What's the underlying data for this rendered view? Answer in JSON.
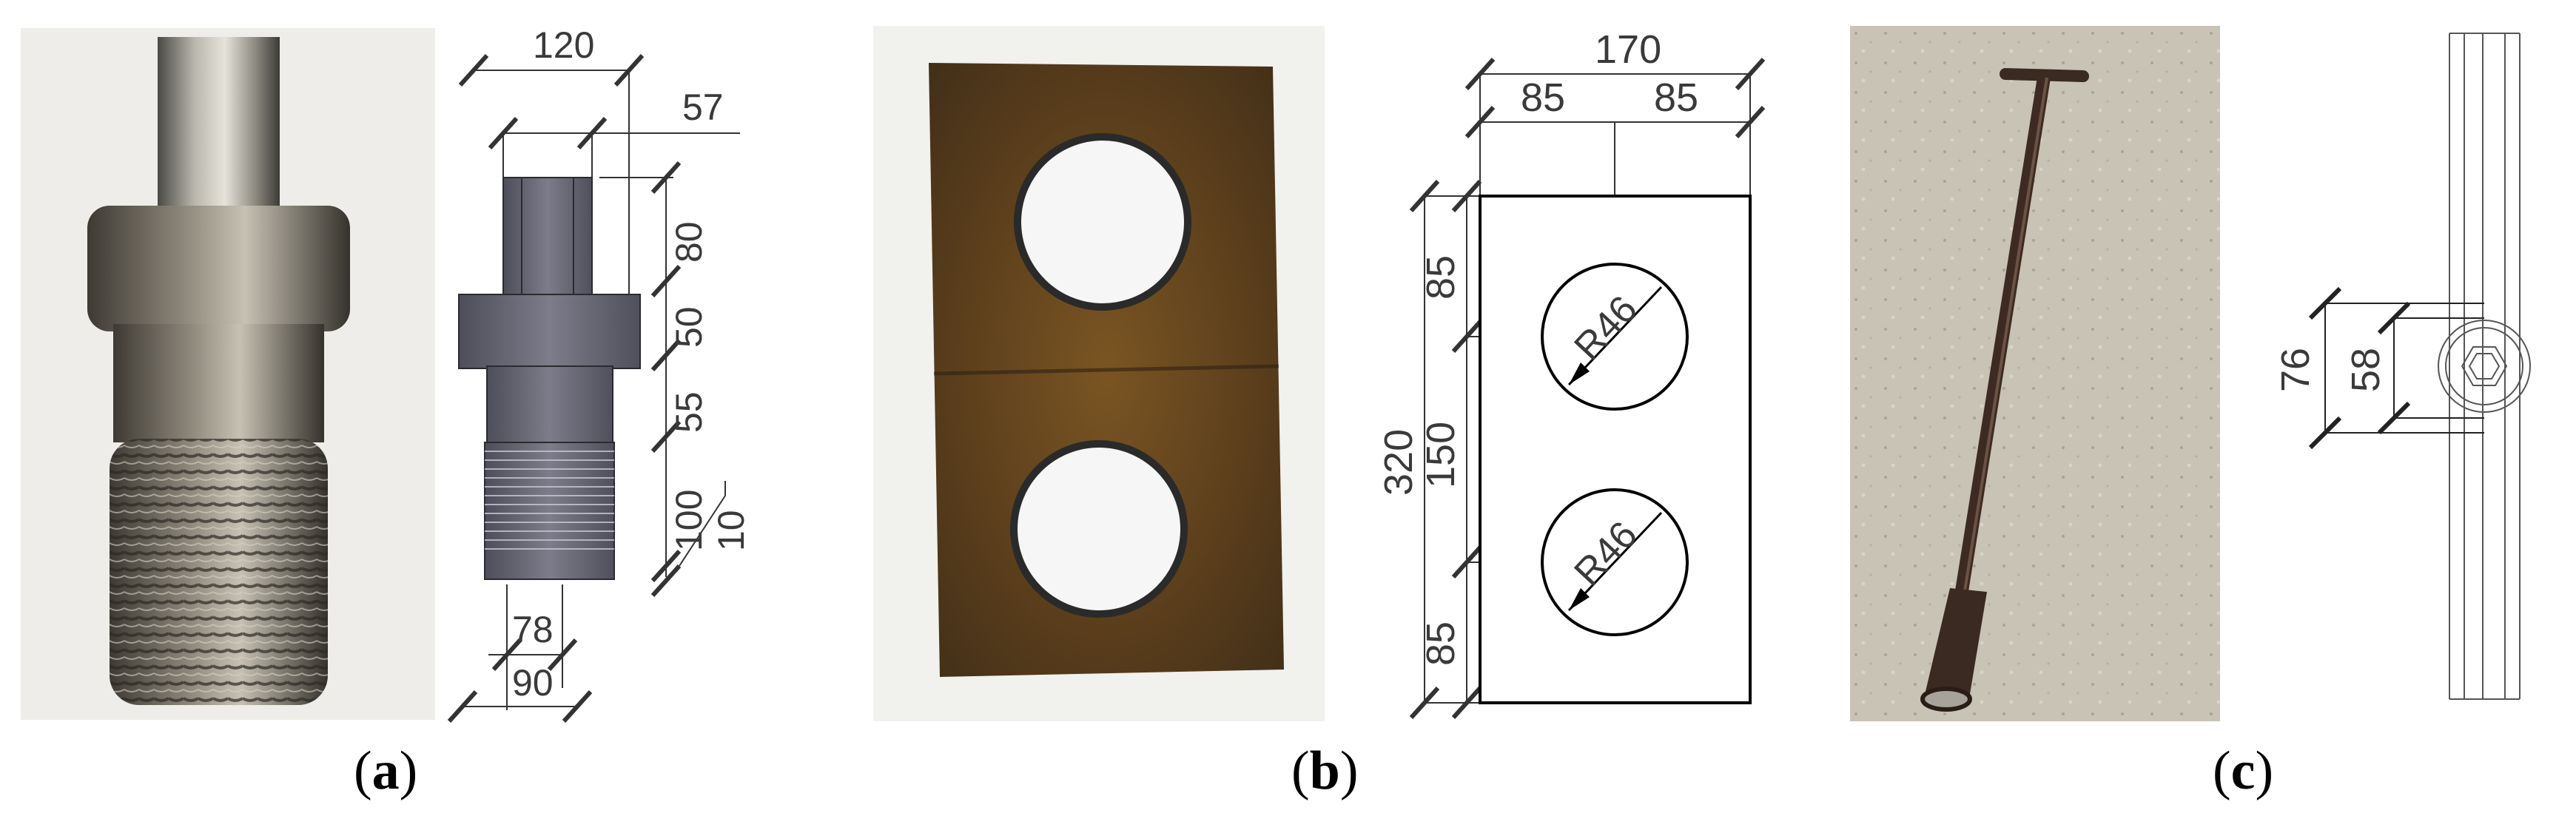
{
  "panels": {
    "a": {
      "caption_letter": "a",
      "dims": {
        "top_width": "120",
        "top_inner": "57",
        "h1": "80",
        "h2": "50",
        "h3": "55",
        "h4": "100",
        "h5": "10",
        "bottom_inner": "78",
        "bottom_width": "90"
      }
    },
    "b": {
      "caption_letter": "b",
      "dims": {
        "overall_width": "170",
        "half_left": "85",
        "half_right": "85",
        "overall_height": "320",
        "seg_top": "85",
        "seg_mid": "150",
        "seg_bot": "85",
        "hole_top": "R46",
        "hole_bot": "R46"
      }
    },
    "c": {
      "caption_letter": "c",
      "dims": {
        "outer": "76",
        "inner": "58"
      }
    }
  },
  "colors": {
    "line": "#000000",
    "dim_text": "#3a3a3a",
    "bolt_fill": "#5a5a66",
    "bolt_light": "#8a8a96"
  }
}
